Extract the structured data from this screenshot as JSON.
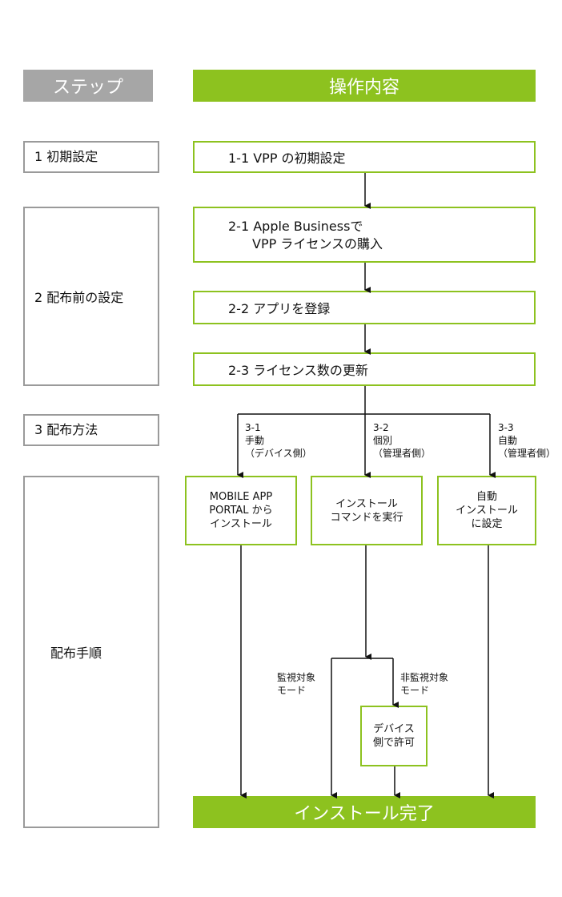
{
  "header": {
    "steps_title": "ステップ",
    "ops_title": "操作内容"
  },
  "steps": {
    "step1": "1 初期設定",
    "step2": "2 配布前の設定",
    "step3": "3 配布方法",
    "step4": "配布手順"
  },
  "process": {
    "p1_1": "1-1 VPP の初期設定",
    "p2_1_line1": "2-1 Apple Businessで",
    "p2_1_line2": "VPP ライセンスの購入",
    "p2_2": "2-2 アプリを登録",
    "p2_3": "2-3 ライセンス数の更新"
  },
  "methods": {
    "m3_1": "3-1\n手動\n（デバイス側）",
    "m3_2": "3-2\n個別\n（管理者側）",
    "m3_3": "3-3\n自動\n（管理者側）"
  },
  "actions": {
    "a1": "MOBILE APP\nPORTAL から\nインストール",
    "a2": "インストール\nコマンドを実行",
    "a3": "自動\nインストール\nに設定",
    "supervised": "監視対象\nモード",
    "unsupervised": "非監視対象\nモード",
    "device_allow": "デバイス\n側で許可"
  },
  "final": {
    "complete": "インストール完了"
  },
  "colors": {
    "accent_green": "#8dc21f",
    "header_gray": "#a6a6a6",
    "step_border": "#9a9a9a"
  }
}
